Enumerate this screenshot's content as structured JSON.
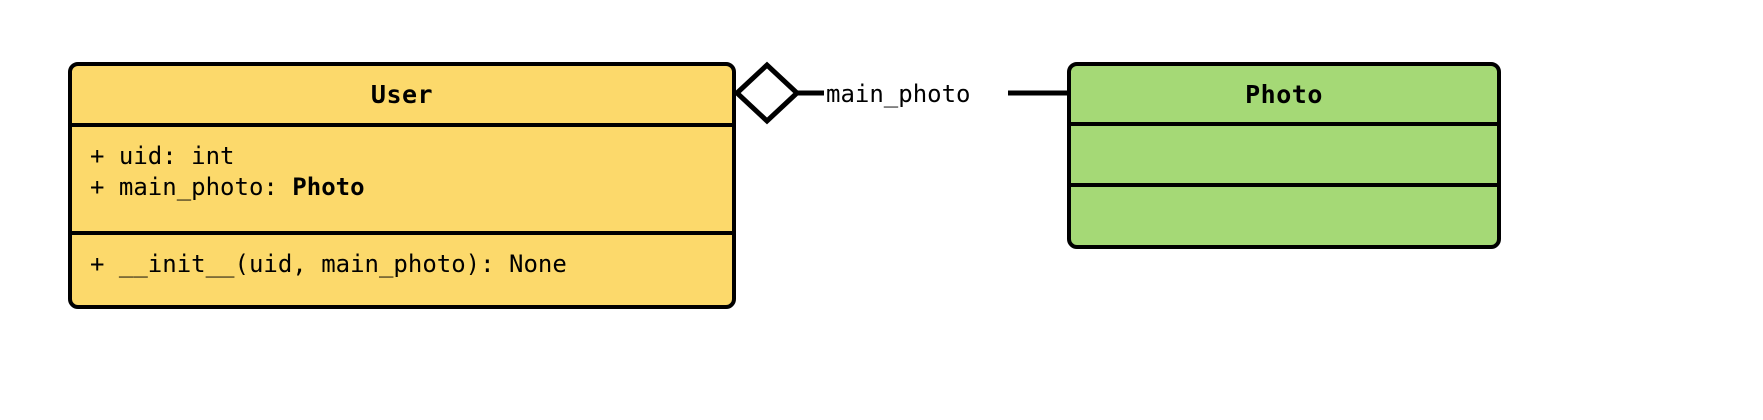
{
  "diagram": {
    "type": "uml-class-diagram",
    "background": "#ffffff",
    "line_color": "#000000",
    "classes": [
      {
        "name": "User",
        "fill": "#FCD96B",
        "attributes": [
          {
            "visibility": "+",
            "text": "+ uid: int",
            "name": "uid",
            "type": "int"
          },
          {
            "visibility": "+",
            "prefix": "+ main_photo: ",
            "type_ref": "Photo",
            "name": "main_photo",
            "type": "Photo"
          }
        ],
        "methods": [
          {
            "visibility": "+",
            "text": "+ __init__(uid, main_photo): None",
            "name": "__init__",
            "params": "uid, main_photo",
            "returns": "None"
          }
        ]
      },
      {
        "name": "Photo",
        "fill": "#A5D976",
        "attributes": [],
        "methods": []
      }
    ],
    "relationships": [
      {
        "kind": "aggregation",
        "from": "User",
        "to": "Photo",
        "label": "main_photo",
        "diamond_fill": "#ffffff",
        "diamond_stroke": "#000000"
      }
    ]
  }
}
